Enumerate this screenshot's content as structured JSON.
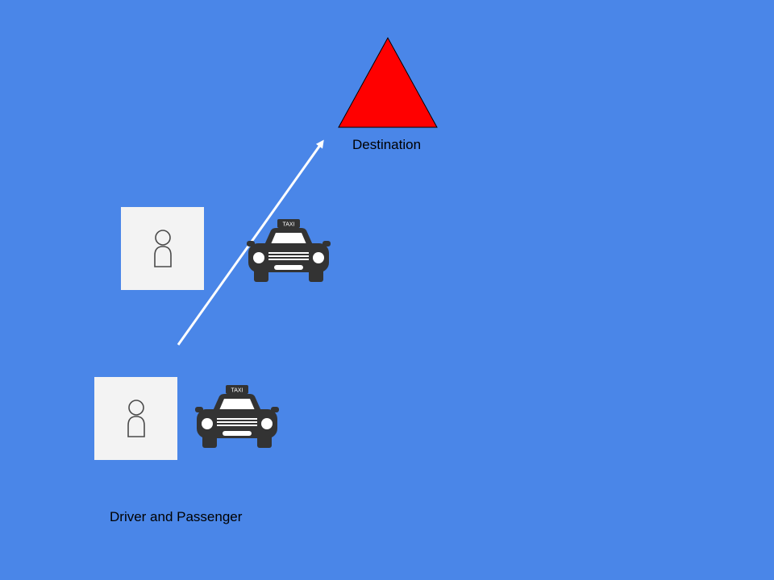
{
  "destination": {
    "label": "Destination",
    "color": "#ff0000",
    "icon": "triangle-marker"
  },
  "travelers": {
    "label": "Driver and Passenger",
    "person_icon": "person-outline-icon",
    "vehicle_icon": "taxi-icon",
    "taxi_sign": "TAXI"
  },
  "route": {
    "icon": "arrow-icon",
    "color": "#ffffff"
  },
  "colors": {
    "background": "#4a86e8",
    "card": "#f3f3f3",
    "taxi_body": "#333333"
  }
}
